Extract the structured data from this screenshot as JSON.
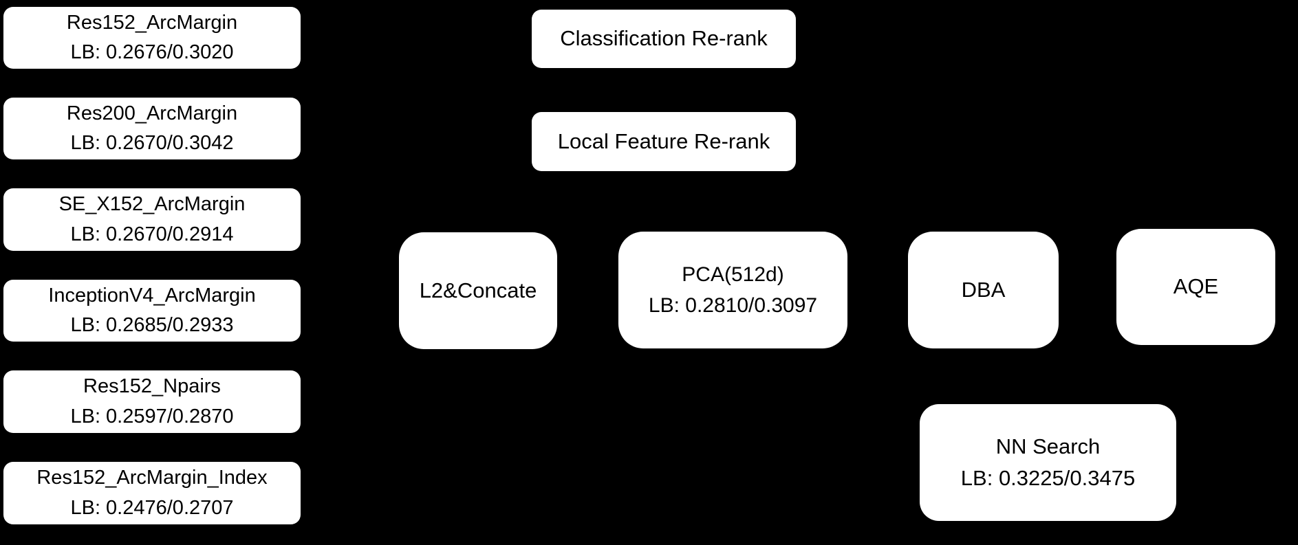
{
  "diagram": {
    "colors": {
      "background": "#000000",
      "node_fill": "#ffffff",
      "node_text": "#000000"
    },
    "models": [
      {
        "name": "Res152_ArcMargin",
        "lb": "LB: 0.2676/0.3020"
      },
      {
        "name": "Res200_ArcMargin",
        "lb": "LB: 0.2670/0.3042"
      },
      {
        "name": "SE_X152_ArcMargin",
        "lb": "LB: 0.2670/0.2914"
      },
      {
        "name": "InceptionV4_ArcMargin",
        "lb": "LB: 0.2685/0.2933"
      },
      {
        "name": "Res152_Npairs",
        "lb": "LB: 0.2597/0.2870"
      },
      {
        "name": "Res152_ArcMargin_Index",
        "lb": "LB: 0.2476/0.2707"
      }
    ],
    "rerank_steps": [
      {
        "name": "Classification Re-rank"
      },
      {
        "name": "Local Feature Re-rank"
      }
    ],
    "pipeline_steps": [
      {
        "name": "L2&Concate"
      },
      {
        "name": "PCA(512d)",
        "lb": "LB: 0.2810/0.3097"
      },
      {
        "name": "DBA"
      },
      {
        "name": "AQE"
      }
    ],
    "result": {
      "name": "NN Search",
      "lb": "LB: 0.3225/0.3475"
    }
  }
}
